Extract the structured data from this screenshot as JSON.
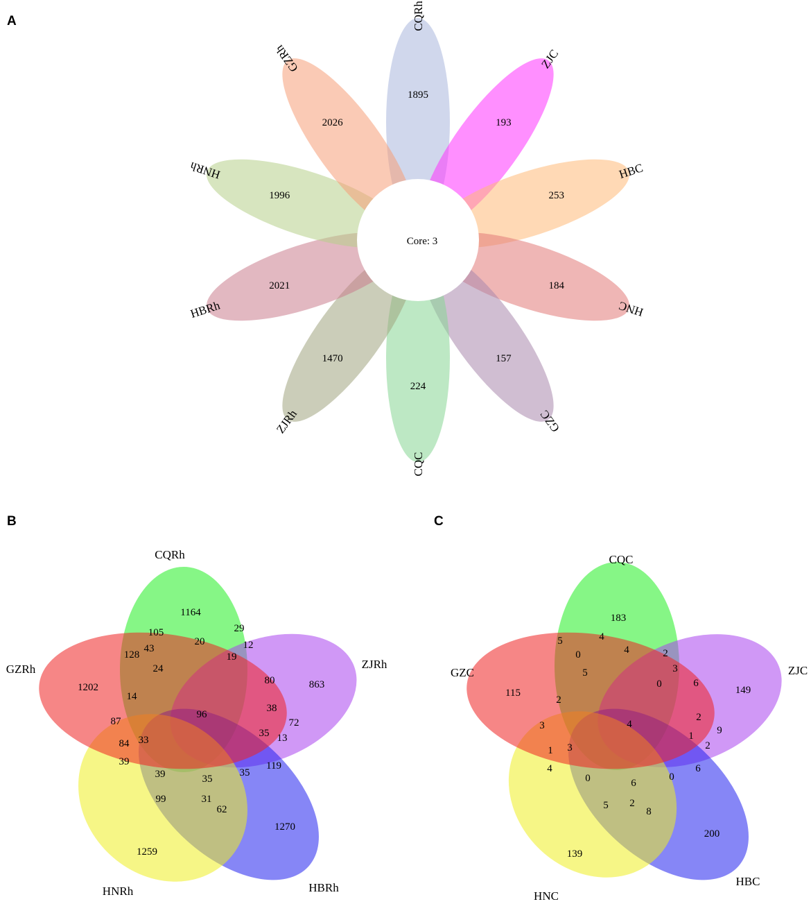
{
  "panels": {
    "A": {
      "letter": "A",
      "core_label": "Core: 3",
      "petals": [
        {
          "label": "CQRh",
          "count": "1895",
          "color": "#a9b7dc"
        },
        {
          "label": "ZJC",
          "count": "193",
          "color": "#ff33ff"
        },
        {
          "label": "HBC",
          "count": "253",
          "color": "#ffb978"
        },
        {
          "label": "HNC",
          "count": "184",
          "color": "#e17a78"
        },
        {
          "label": "GZC",
          "count": "157",
          "color": "#a989ad"
        },
        {
          "label": "CQC",
          "count": "224",
          "color": "#87d594"
        },
        {
          "label": "ZJRh",
          "count": "1470",
          "color": "#a1a480"
        },
        {
          "label": "HBRh",
          "count": "2021",
          "color": "#cb7d8e"
        },
        {
          "label": "HNRh",
          "count": "1996",
          "color": "#b7cf8b"
        },
        {
          "label": "GZRh",
          "count": "2026",
          "color": "#f59e78"
        }
      ]
    },
    "B": {
      "letter": "B",
      "sets": [
        {
          "label": "CQRh",
          "color": "#22ee22"
        },
        {
          "label": "ZJRh",
          "color": "#aa44ee"
        },
        {
          "label": "HBRh",
          "color": "#2222ee"
        },
        {
          "label": "HNRh",
          "color": "#eeee22"
        },
        {
          "label": "GZRh",
          "color": "#ee2222"
        }
      ],
      "counts": [
        "1164",
        "863",
        "1270",
        "1259",
        "1202",
        "105",
        "20",
        "29",
        "12",
        "80",
        "43",
        "128",
        "24",
        "19",
        "38",
        "72",
        "14",
        "87",
        "96",
        "35",
        "13",
        "119",
        "35",
        "33",
        "84",
        "39",
        "39",
        "35",
        "99",
        "31",
        "62"
      ]
    },
    "C": {
      "letter": "C",
      "sets": [
        {
          "label": "CQC",
          "color": "#22ee22"
        },
        {
          "label": "ZJC",
          "color": "#aa44ee"
        },
        {
          "label": "HBC",
          "color": "#2222ee"
        },
        {
          "label": "HNC",
          "color": "#eeee22"
        },
        {
          "label": "GZC",
          "color": "#ee2222"
        }
      ],
      "counts": [
        "183",
        "149",
        "200",
        "139",
        "115",
        "4",
        "4",
        "2",
        "3",
        "6",
        "5",
        "0",
        "5",
        "0",
        "2",
        "9",
        "2",
        "3",
        "4",
        "1",
        "2",
        "6",
        "0",
        "1",
        "3",
        "4",
        "0",
        "6",
        "5",
        "2",
        "8"
      ]
    }
  }
}
